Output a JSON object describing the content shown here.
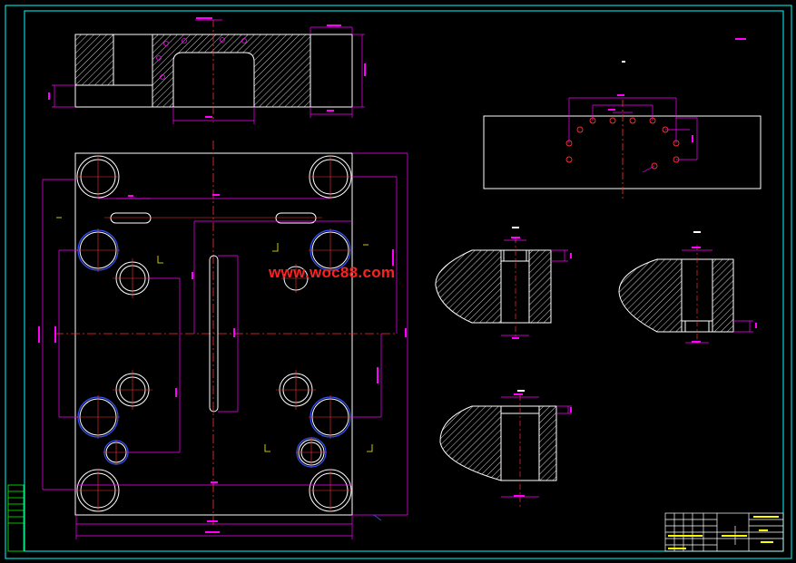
{
  "drawing": {
    "watermark": "www.woc88.com",
    "colors": {
      "background": "#000000",
      "frame": "#00ffff",
      "outline": "#ffffff",
      "dimension": "#ff00ff",
      "centerline": "#ff3030",
      "highlight_circle": "#3050ff",
      "title_block": "#00ff00",
      "note": "#ffff00"
    },
    "views": [
      "top-section-view",
      "plan-view",
      "hole-pattern-view",
      "section-b-b",
      "section-d-d",
      "section-c-c"
    ]
  }
}
